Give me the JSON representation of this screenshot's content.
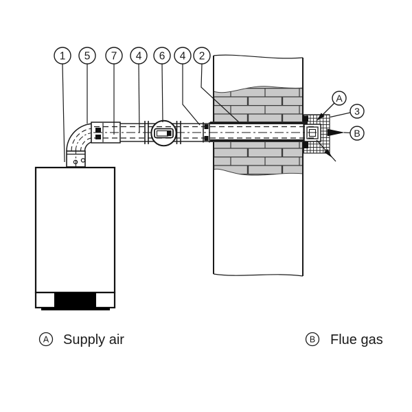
{
  "diagram": {
    "callouts_top": [
      {
        "label": "1"
      },
      {
        "label": "5"
      },
      {
        "label": "7"
      },
      {
        "label": "4"
      },
      {
        "label": "6"
      },
      {
        "label": "4"
      },
      {
        "label": "2"
      }
    ],
    "callouts_right": [
      {
        "label": "A"
      },
      {
        "label": "3"
      },
      {
        "label": "B"
      }
    ],
    "legend": [
      {
        "symbol": "A",
        "label": "Supply air"
      },
      {
        "symbol": "B",
        "label": "Flue gas"
      }
    ],
    "colors": {
      "line": "#1a1a1a",
      "brick_fill": "#c9c9c9",
      "background": "#ffffff"
    }
  }
}
